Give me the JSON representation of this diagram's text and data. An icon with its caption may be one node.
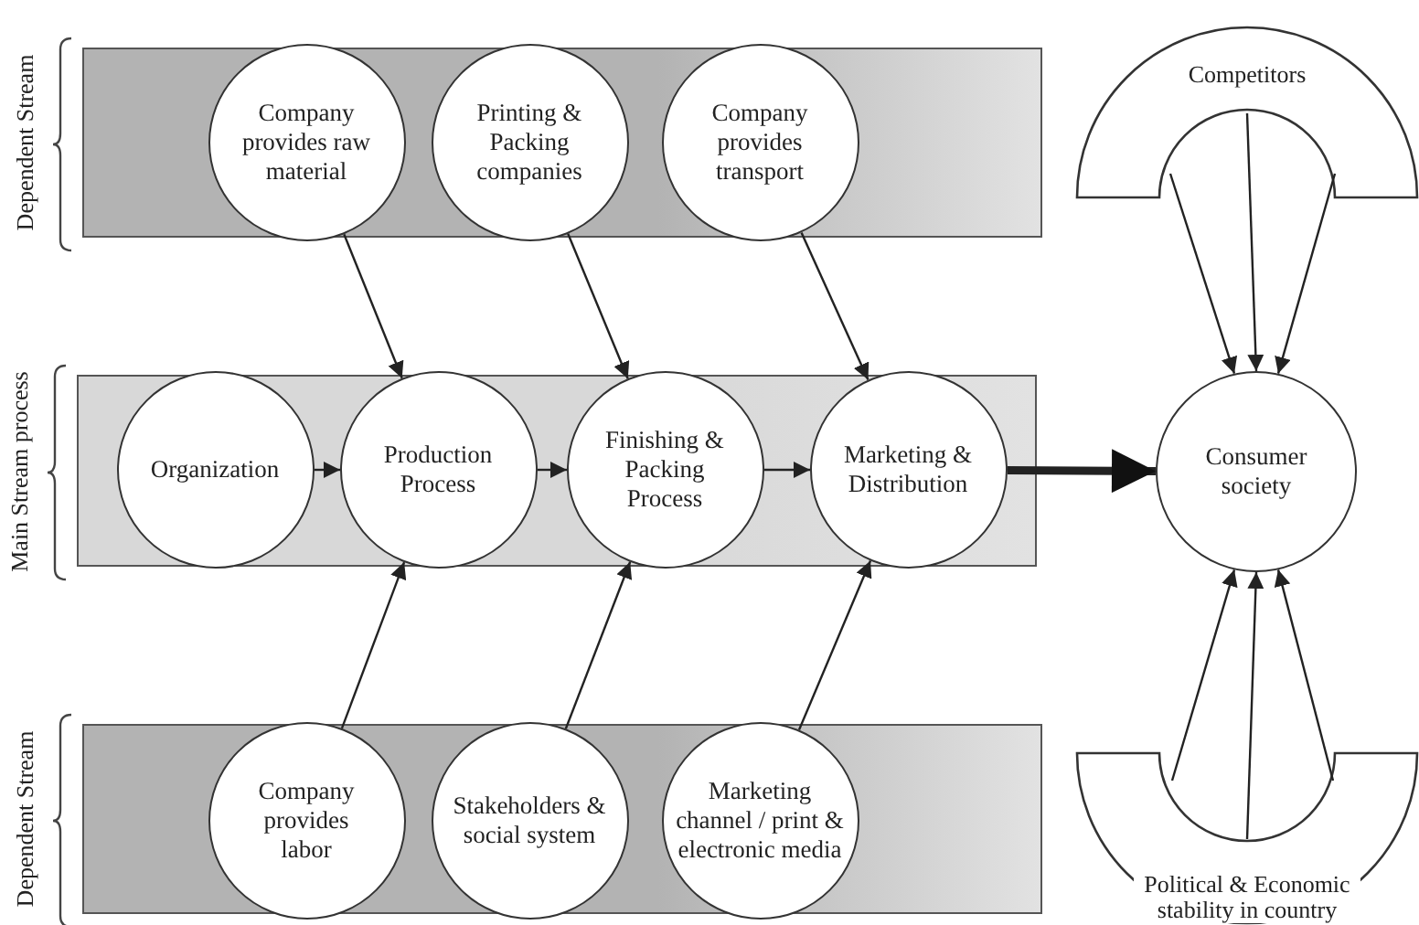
{
  "diagram": {
    "nodes": [
      {
        "text": [
          "Dependent Stream"
        ]
      },
      {
        "text": [
          "Company provides raw material"
        ],
        "in": 0
      },
      {
        "text": [
          "Printing & Packing companies"
        ],
        "in": 0
      },
      {
        "text": [
          "Company provides transport"
        ],
        "in": 0
      },
      {
        "text": [
          "Main Stream process"
        ]
      },
      {
        "text": [
          "Organization"
        ],
        "in": 4
      },
      {
        "text": [
          "Production Process"
        ],
        "in": 4
      },
      {
        "text": [
          "Finishing & Packing Process"
        ],
        "in": 4
      },
      {
        "text": [
          "Marketing & Distribution"
        ],
        "in": 4
      },
      {
        "text": [
          "Dependent Stream"
        ]
      },
      {
        "text": [
          "Company provides labor"
        ],
        "in": 9
      },
      {
        "text": [
          "Stakeholders & social system"
        ],
        "in": 9
      },
      {
        "text": [
          "Marketing channel / print & electronic media"
        ],
        "in": 9
      },
      {
        "text": [
          "Competitors"
        ]
      },
      {
        "text": [
          "Consumer society"
        ]
      },
      {
        "text": [
          "Political & Economic stability in country"
        ]
      }
    ],
    "edges": [
      {
        "from": 1,
        "to": 6,
        "arrow": "to"
      },
      {
        "from": 2,
        "to": 7,
        "arrow": "to"
      },
      {
        "from": 3,
        "to": 8,
        "arrow": "to"
      },
      {
        "from": 5,
        "to": 6,
        "arrow": "to"
      },
      {
        "from": 6,
        "to": 7,
        "arrow": "to"
      },
      {
        "from": 7,
        "to": 8,
        "arrow": "to"
      },
      {
        "from": 8,
        "to": 14,
        "arrow": "to",
        "style": "thick"
      },
      {
        "from": 13,
        "to": 14,
        "arrow": "to"
      },
      {
        "from": 13,
        "to": 14,
        "arrow": "to"
      },
      {
        "from": 13,
        "to": 14,
        "arrow": "to"
      },
      {
        "from": 10,
        "to": 6,
        "arrow": "to"
      },
      {
        "from": 11,
        "to": 7,
        "arrow": "to"
      },
      {
        "from": 12,
        "to": 8,
        "arrow": "to"
      },
      {
        "from": 15,
        "to": 14,
        "arrow": "to"
      },
      {
        "from": 15,
        "to": 14,
        "arrow": "to"
      },
      {
        "from": 15,
        "to": 14,
        "arrow": "to"
      }
    ]
  }
}
